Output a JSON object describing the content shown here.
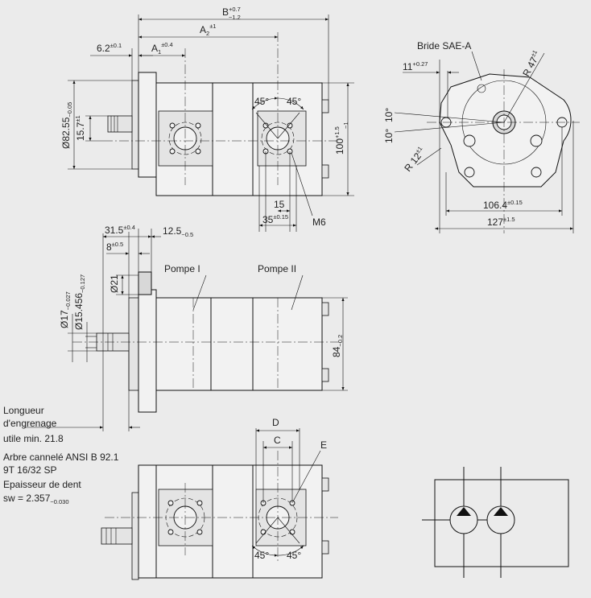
{
  "dimensions": {
    "B": {
      "label": "B",
      "tol_upper": "+0.7",
      "tol_lower": "−1.2"
    },
    "A2": {
      "label": "A",
      "sub": "2",
      "tol": "±1"
    },
    "A1": {
      "label": "A",
      "sub": "1",
      "tol": "±0.4"
    },
    "d62": {
      "value": "6.2",
      "tol": "±0.1"
    },
    "d8255": {
      "value": "Ø82.55",
      "tol": "−0.05"
    },
    "d157": {
      "value": "15.7",
      "tol": "±1"
    },
    "angle45": "45°",
    "d100": {
      "value": "100",
      "tol_upper": "+1.5",
      "tol_lower": "−1"
    },
    "d15": "15",
    "d35": {
      "value": "35",
      "tol": "±0.15"
    },
    "m6": "M6",
    "d11": {
      "value": "11",
      "tol": "+0.27"
    },
    "r47": {
      "value": "R 47",
      "tol": "±1"
    },
    "angle10": "10°",
    "r12": {
      "value": "R 12",
      "tol": "±1"
    },
    "d1064": {
      "value": "106.4",
      "tol": "±0.15"
    },
    "d127": {
      "value": "127",
      "tol": "±1.5"
    },
    "d315": {
      "value": "31.5",
      "tol": "±0.4"
    },
    "d125": {
      "value": "12.5",
      "tol": "−0.5"
    },
    "d8": {
      "value": "8",
      "tol": "±0.5"
    },
    "d21": "Ø21",
    "d17": {
      "value": "Ø17",
      "tol": "−0.027"
    },
    "d15456": {
      "value": "Ø15.456",
      "tol": "−0.127"
    },
    "d84": {
      "value": "84",
      "tol": "−0.2"
    },
    "D": "D",
    "C": "C",
    "E": "E"
  },
  "labels": {
    "bride": "Bride SAE-A",
    "pompe1": "Pompe I",
    "pompe2": "Pompe II"
  },
  "notes": {
    "line1": "Longueur",
    "line2": "d'engrenage",
    "line3": "utile min. 21.8",
    "line4": "Arbre cannelé ANSI B 92.1",
    "line5": "9T 16/32 SP",
    "line6": "Epaisseur de dent",
    "line7_main": "sw = 2.357",
    "line7_tol": "−0.030"
  }
}
